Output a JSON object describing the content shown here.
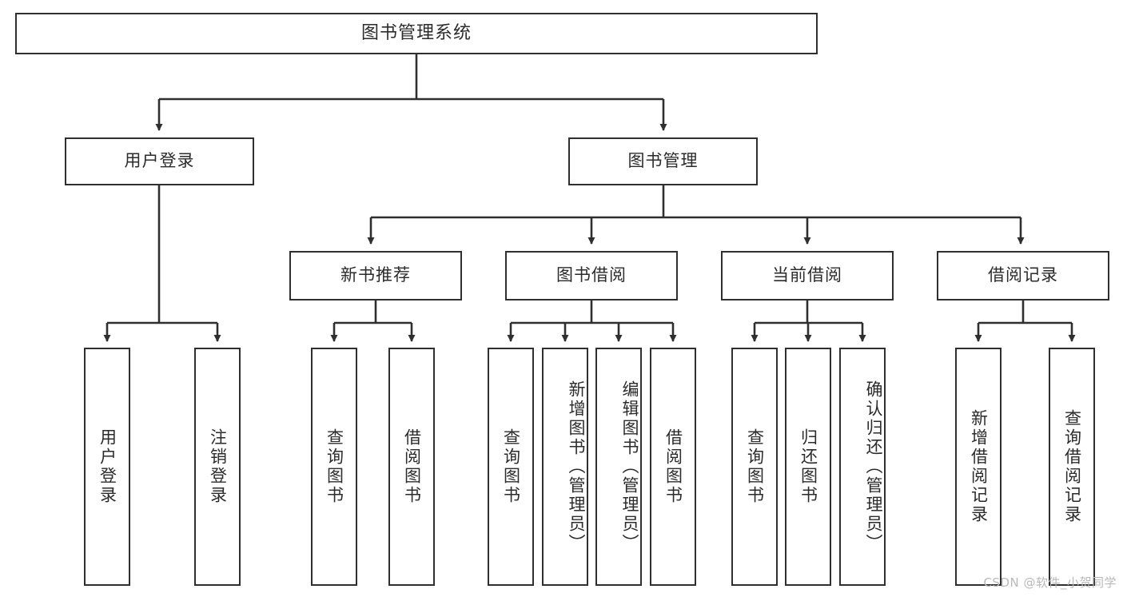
{
  "diagram": {
    "type": "tree-hierarchy",
    "title": "图书管理系统",
    "watermark": "CSDN @软件_小贺同学",
    "colors": {
      "box_border": "#2f2f2f",
      "box_fill": "#ffffff",
      "edge": "#2f2f2f",
      "text": "#2b2b2b",
      "background": "#ffffff",
      "watermark_text": "#b9b9b9"
    },
    "root": {
      "id": "root",
      "label": "图书管理系统"
    },
    "level2": [
      {
        "id": "user-login",
        "label": "用户登录"
      },
      {
        "id": "book-management",
        "label": "图书管理"
      }
    ],
    "level3": [
      {
        "id": "new-book-recommend",
        "label": "新书推荐",
        "parent": "book-management"
      },
      {
        "id": "book-borrow",
        "label": "图书借阅",
        "parent": "book-management"
      },
      {
        "id": "current-borrow",
        "label": "当前借阅",
        "parent": "book-management"
      },
      {
        "id": "borrow-record",
        "label": "借阅记录",
        "parent": "book-management"
      }
    ],
    "leaves": {
      "user-login": [
        {
          "id": "leaf-user-login",
          "label": "用户登录"
        },
        {
          "id": "leaf-user-logout",
          "label": "注销登录"
        }
      ],
      "new-book-recommend": [
        {
          "id": "leaf-query-book-1",
          "label": "查询图书"
        },
        {
          "id": "leaf-borrow-book-1",
          "label": "借阅图书"
        }
      ],
      "book-borrow": [
        {
          "id": "leaf-query-book-2",
          "label": "查询图书"
        },
        {
          "id": "leaf-add-book",
          "label": "新增图书（管理员）"
        },
        {
          "id": "leaf-edit-book",
          "label": "编辑图书（管理员）"
        },
        {
          "id": "leaf-borrow-book-2",
          "label": "借阅图书"
        }
      ],
      "current-borrow": [
        {
          "id": "leaf-query-book-3",
          "label": "查询图书"
        },
        {
          "id": "leaf-return-book",
          "label": "归还图书"
        },
        {
          "id": "leaf-confirm-return",
          "label": "确认归还（管理员）"
        }
      ],
      "borrow-record": [
        {
          "id": "leaf-add-record",
          "label": "新增借阅记录"
        },
        {
          "id": "leaf-query-record",
          "label": "查询借阅记录"
        }
      ]
    }
  }
}
